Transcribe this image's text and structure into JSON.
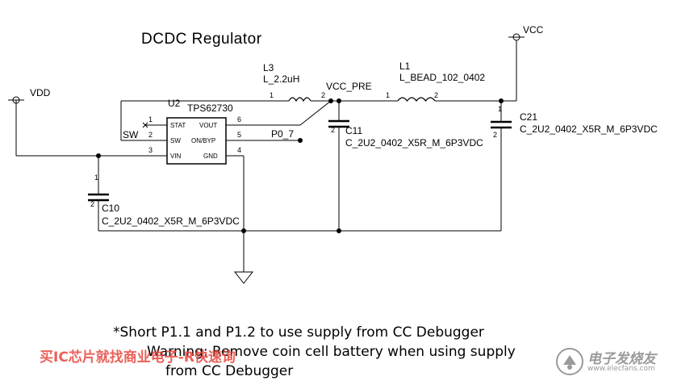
{
  "title": "DCDC Regulator",
  "nets": {
    "vdd": "VDD",
    "vcc": "VCC",
    "vcc_pre": "VCC_PRE",
    "p0_7": "P0_7",
    "sw": "SW"
  },
  "ic": {
    "ref": "U2",
    "part": "TPS62730",
    "pins_left": [
      {
        "num": "1",
        "name": "STAT"
      },
      {
        "num": "2",
        "name": "SW"
      },
      {
        "num": "3",
        "name": "VIN"
      }
    ],
    "pins_right": [
      {
        "num": "6",
        "name": "VOUT"
      },
      {
        "num": "5",
        "name": "ON/BYP"
      },
      {
        "num": "4",
        "name": "GND"
      }
    ]
  },
  "inductors": {
    "l3": {
      "ref": "L3",
      "value": "L_2.2uH",
      "pin1": "1",
      "pin2": "2"
    },
    "l1": {
      "ref": "L1",
      "value": "L_BEAD_102_0402",
      "pin1": "1",
      "pin2": "2"
    }
  },
  "capacitors": {
    "c10": {
      "ref": "C10",
      "value": "C_2U2_0402_X5R_M_6P3VDC",
      "pin1": "1",
      "pin2": "2"
    },
    "c11": {
      "ref": "C11",
      "value": "C_2U2_0402_X5R_M_6P3VDC",
      "pin2": "2"
    },
    "c21": {
      "ref": "C21",
      "value": "C_2U2_0402_X5R_M_6P3VDC",
      "pin1": "1",
      "pin2": "2"
    }
  },
  "notes": {
    "line1": "*Short P1.1 and P1.2 to use supply from CC Debugger",
    "line2": "Warning: Remove coin cell battery when using supply",
    "line3": "from CC Debugger"
  },
  "watermarks": {
    "left": "买IC芯片就找商业电子-R快速询",
    "brand": "电子发烧友",
    "url": "www.elecfans.com"
  }
}
